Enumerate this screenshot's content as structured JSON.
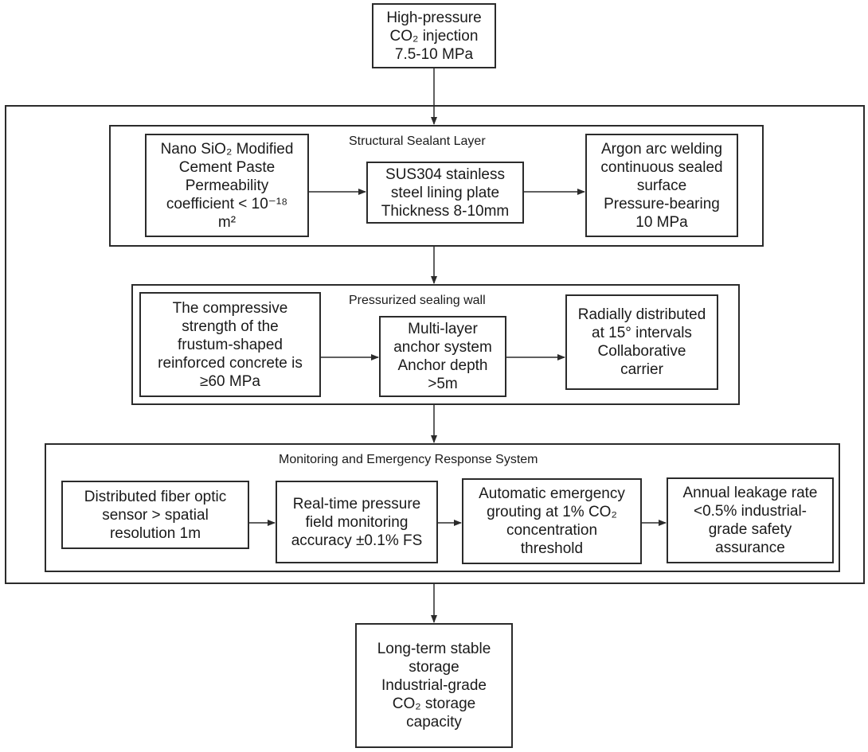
{
  "top_box": [
    "High-pressure",
    "CO₂ injection",
    "7.5-10 MPa"
  ],
  "bottom_box": [
    "Long-term stable",
    "storage",
    "Industrial-grade",
    "CO₂ storage",
    "capacity"
  ],
  "layers": {
    "structural": {
      "title": "Structural Sealant Layer",
      "boxes": [
        [
          "Nano SiO₂ Modified",
          "Cement Paste",
          "Permeability",
          "coefficient < 10⁻¹⁸",
          "m²"
        ],
        [
          "SUS304 stainless",
          "steel lining plate",
          "Thickness 8-10mm"
        ],
        [
          "Argon arc welding",
          "continuous sealed",
          "surface",
          "Pressure-bearing",
          "10 MPa"
        ]
      ]
    },
    "wall": {
      "title": "Pressurized sealing wall",
      "boxes": [
        [
          "The compressive",
          "strength of the",
          "frustum-shaped",
          "reinforced concrete is",
          "≥60 MPa"
        ],
        [
          "Multi-layer",
          "anchor system",
          "Anchor depth",
          ">5m"
        ],
        [
          "Radially distributed",
          "at 15° intervals",
          "Collaborative",
          "carrier"
        ]
      ]
    },
    "monitoring": {
      "title": "Monitoring and Emergency Response System",
      "boxes": [
        [
          "Distributed fiber optic",
          "sensor > spatial",
          "resolution 1m"
        ],
        [
          "Real-time pressure",
          "field monitoring",
          "accuracy ±0.1% FS"
        ],
        [
          "Automatic emergency",
          "grouting at 1% CO₂",
          "concentration",
          "threshold"
        ],
        [
          "Annual leakage rate",
          "<0.5% industrial-",
          "grade safety",
          "assurance"
        ]
      ]
    }
  }
}
